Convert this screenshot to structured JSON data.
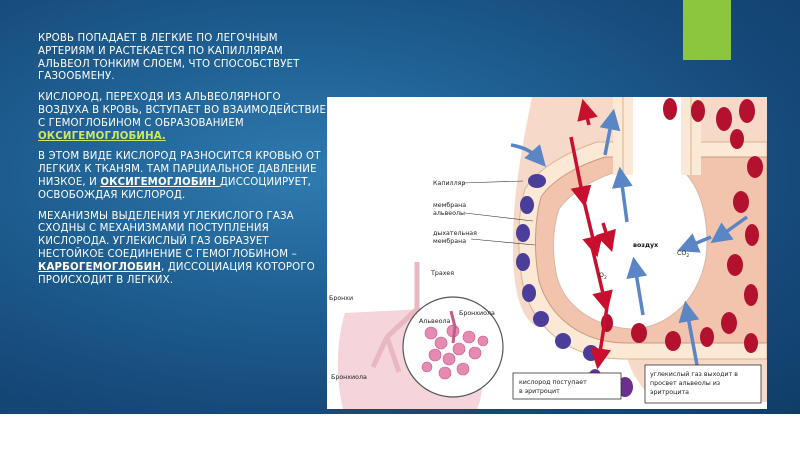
{
  "text": {
    "p1": "Кровь попадает в легкие по легочным артериям и растекается по капиллярам альвеол тонким слоем, что способствует газообмену.",
    "p2_before": "Кислород, переходя из альвеолярного воздуха в кровь, вступает во взаимодействие с гемоглобином с образованием ",
    "p2_term": "оксигемоглобина.",
    "p3_before": " В этом виде кислород разносится кровью от легких к тканям. Там парциальное давление низкое, и ",
    "p3_term": "оксигемоглобин ",
    "p3_after": "диссоциирует, освобождая кислород.",
    "p4_before": "Механизмы выделения углекислого газа сходны с механизмами поступления кислорода. Углекислый газ образует нестойкое соединение с гемоглобином – ",
    "p4_term": "карбогемоглобин",
    "p4_after": ", диссоциация которого происходит в легких."
  },
  "diagram": {
    "capillary": "Капилляр",
    "alveolar_membrane_1": "мембрана",
    "alveolar_membrane_2": "альвеолы",
    "respiratory_membrane_1": "дыхательная",
    "respiratory_membrane_2": "мембрана",
    "air": "воздух",
    "o2": "O",
    "o2_sub": "2",
    "co2": "CO",
    "co2_sub": "2",
    "trachea": "Трахея",
    "bronchi": "Бронхи",
    "bronchiole": "Бронхиола",
    "bronchiole_lower": "Бронхиола",
    "alveolus": "Альвеола",
    "oxygen_box_1": "кислород поступает",
    "oxygen_box_2": "в эритроцит",
    "co2_box_1": "углекислый газ выходит в",
    "co2_box_2": "просвет альвеолы из",
    "co2_box_3": "эритроцита"
  },
  "colors": {
    "background": "#1b5588",
    "accent": "#8cc63f",
    "highlight": "#cfe860",
    "oxygen_arrow": "#c8102e",
    "co2_arrow": "#5b86c6",
    "red_cell": "#b3122f",
    "blue_cell": "#4b3d9a"
  }
}
